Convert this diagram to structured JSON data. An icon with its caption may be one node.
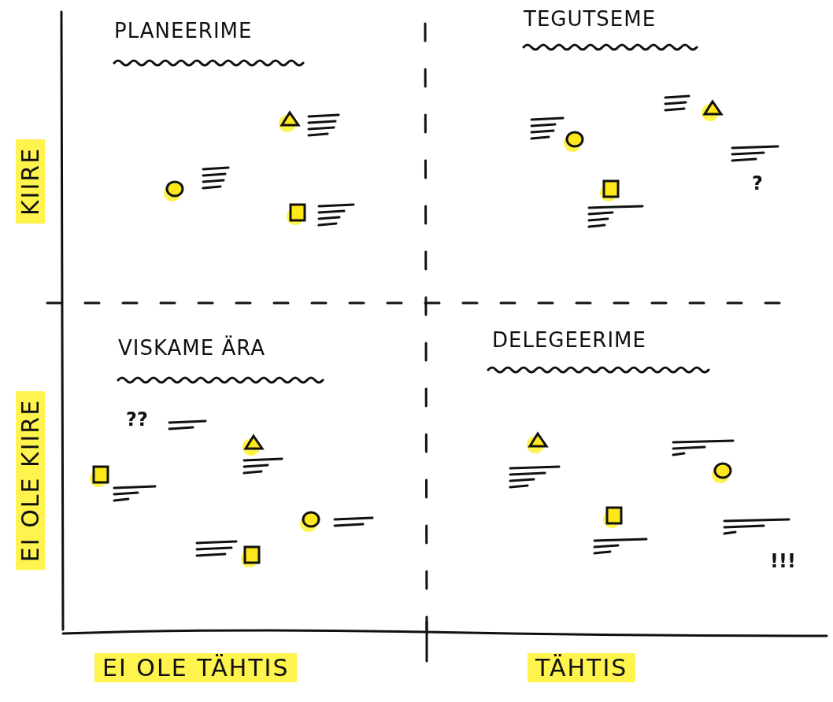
{
  "diagram": {
    "labels": [
      "PLANEERIME",
      "TEGUTSEME",
      "KIIRE",
      "?",
      "VISKAME ÄRA",
      "DELEGEERIME",
      "??",
      "EI OLE KIIRE",
      "!!!",
      "EI OLE TÄHTIS",
      "TÄHTIS"
    ]
  }
}
